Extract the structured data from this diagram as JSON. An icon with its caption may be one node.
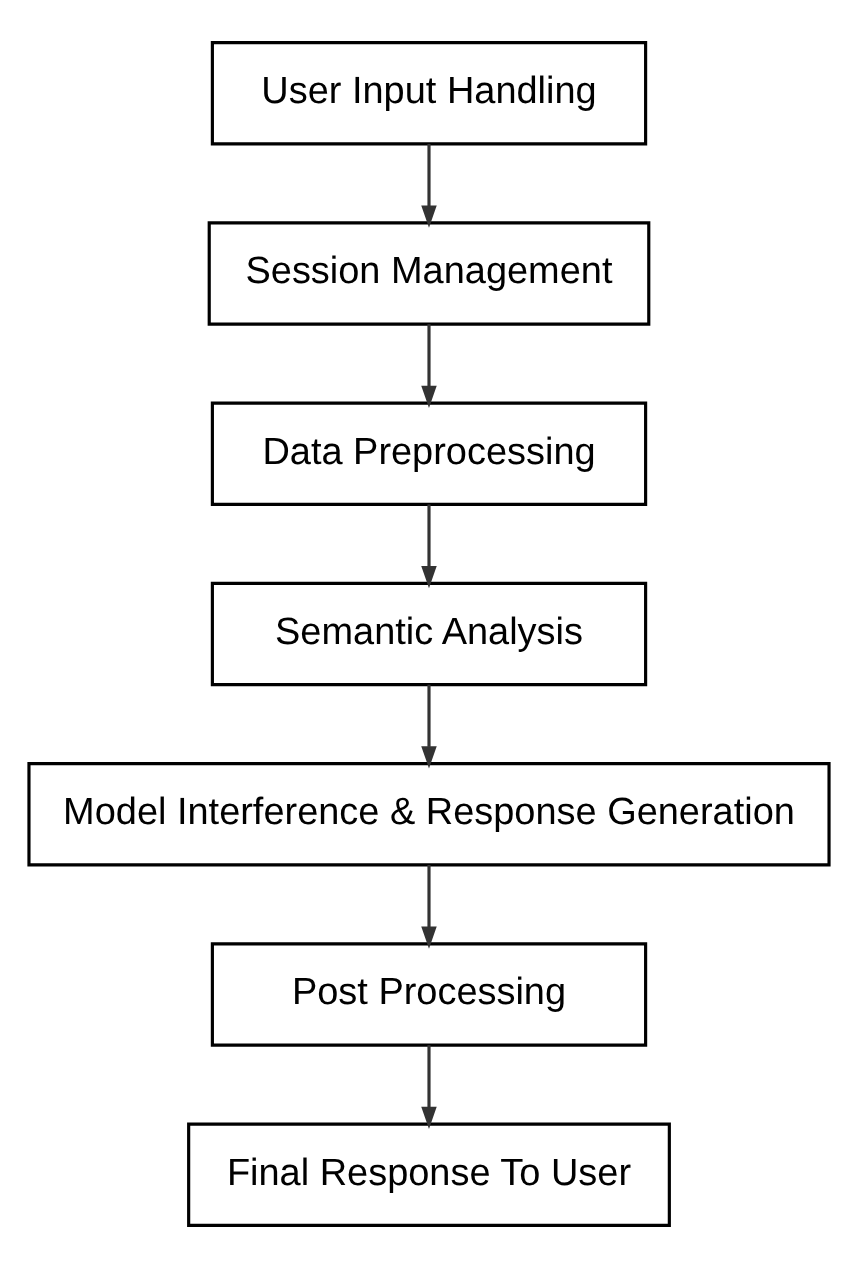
{
  "diagram": {
    "nodes": [
      {
        "text": [
          "User Input Handling"
        ]
      },
      {
        "text": [
          "Session Management"
        ]
      },
      {
        "text": [
          "Data Preprocessing"
        ]
      },
      {
        "text": [
          "Semantic Analysis"
        ]
      },
      {
        "text": [
          "Model Interference & Response Generation"
        ]
      },
      {
        "text": [
          "Post Processing"
        ]
      },
      {
        "text": [
          "Final Response To User"
        ]
      }
    ],
    "edges": [
      {
        "from": 0,
        "to": 1,
        "arrow": "to"
      },
      {
        "from": 1,
        "to": 2,
        "arrow": "to"
      },
      {
        "from": 2,
        "to": 3,
        "arrow": "to"
      },
      {
        "from": 3,
        "to": 4,
        "arrow": "to"
      },
      {
        "from": 4,
        "to": 5,
        "arrow": "to"
      },
      {
        "from": 5,
        "to": 6,
        "arrow": "to"
      }
    ]
  }
}
